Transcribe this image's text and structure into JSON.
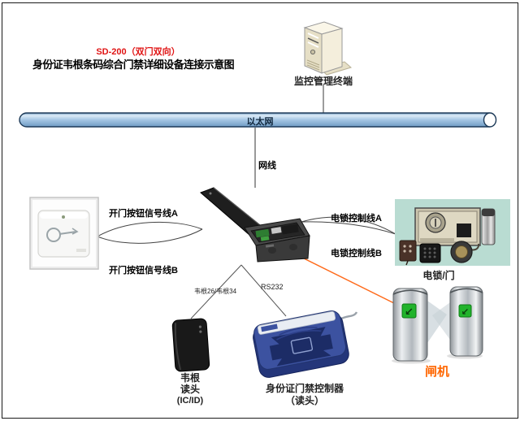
{
  "titles": {
    "model": "SD-200（双门双向）",
    "main": "身份证韦根条码综合门禁详细设备连接示意图"
  },
  "network": {
    "ethernet_label": "以太网",
    "cable_label": "网线"
  },
  "connections": {
    "exit_button_a": "开门按钮信号线A",
    "exit_button_b": "开门按钮信号线B",
    "lock_a": "电锁控制线A",
    "lock_b": "电锁控制线B",
    "wiegand": "韦根26/韦根34",
    "rs232": "RS232"
  },
  "devices": {
    "server": {
      "label": "监控管理终端"
    },
    "lock": {
      "label": "电锁/门"
    },
    "wiegand_reader": {
      "line1": "韦根",
      "line2": "读头",
      "line3": "(IC/ID)"
    },
    "id_reader": {
      "line1": "身份证门禁控制器",
      "line2": "（读头）"
    },
    "turnstile": {
      "label": "闸机",
      "indicator_glyph": "↙"
    }
  },
  "colors": {
    "title_accent": "#e01414",
    "turnstile_label": "#ff6600",
    "orange_line": "#ff6a1a",
    "ethernet_pipe": "#9fc2e2",
    "lock_photo_bg": "#b9dcd2"
  }
}
